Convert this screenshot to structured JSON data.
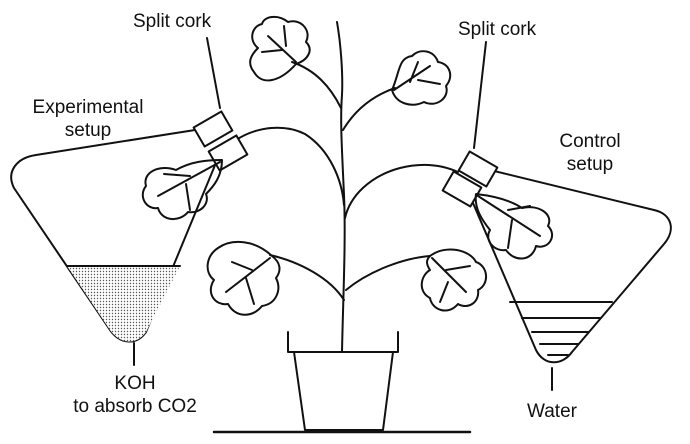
{
  "labels": {
    "split_cork_left": "Split cork",
    "split_cork_right": "Split cork",
    "experimental_line1": "Experimental",
    "experimental_line2": "setup",
    "control_line1": "Control",
    "control_line2": "setup",
    "koh_line1": "KOH",
    "koh_line2": "to absorb CO2",
    "water": "Water"
  },
  "colors": {
    "ink": "#111111",
    "background": "#ffffff",
    "koh_fill": "#d6d6d6"
  }
}
